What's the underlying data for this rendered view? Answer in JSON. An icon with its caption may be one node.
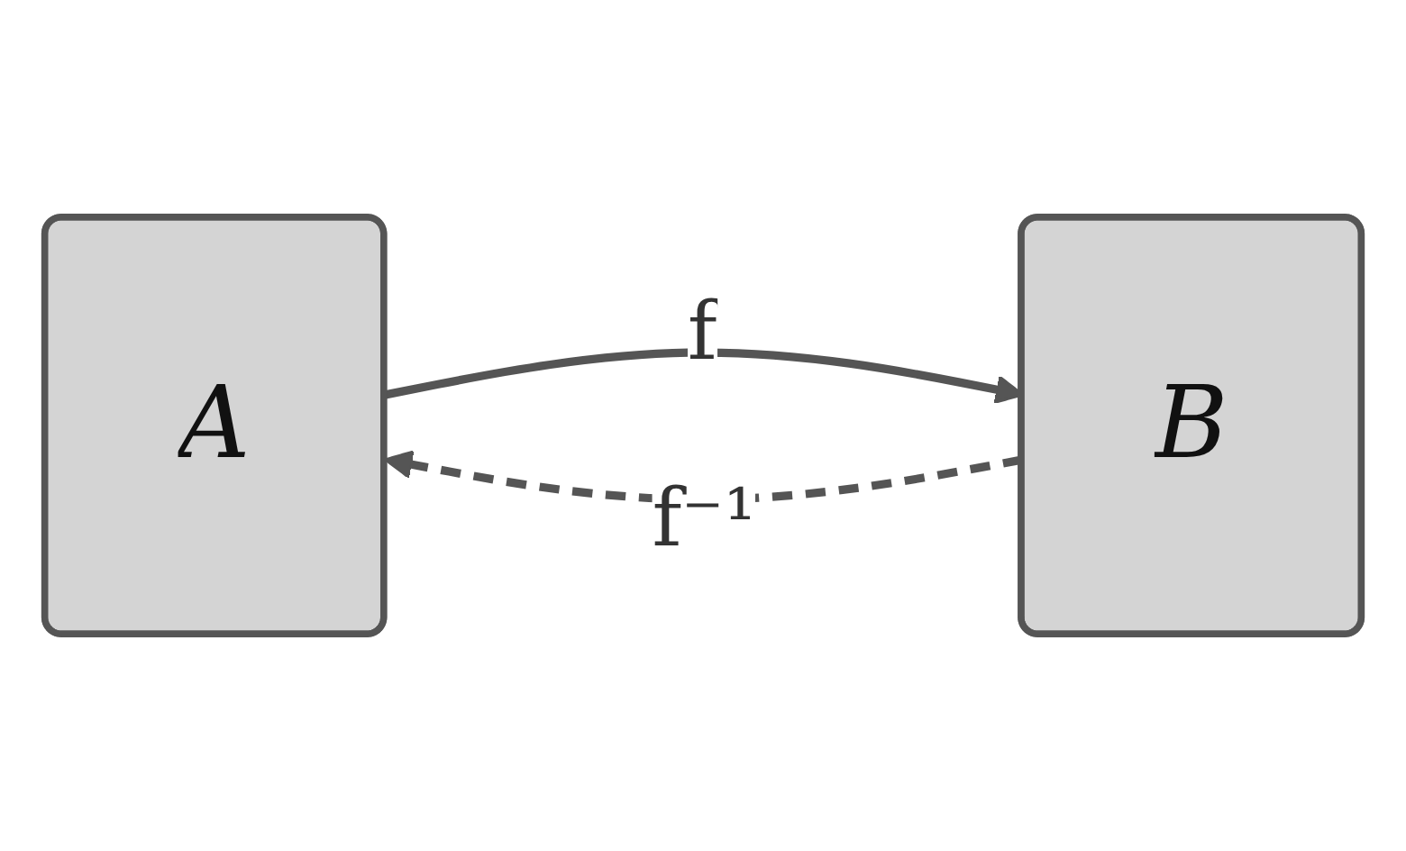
{
  "diagram": {
    "nodes": [
      {
        "text": [
          "A"
        ]
      },
      {
        "text": [
          "B"
        ]
      }
    ],
    "edges": [
      {
        "from": 0,
        "to": 1,
        "arrow": "to",
        "label": "f"
      },
      {
        "from": 1,
        "to": 0,
        "arrow": "to",
        "label": "f⁻¹",
        "style": "dashed"
      }
    ]
  }
}
